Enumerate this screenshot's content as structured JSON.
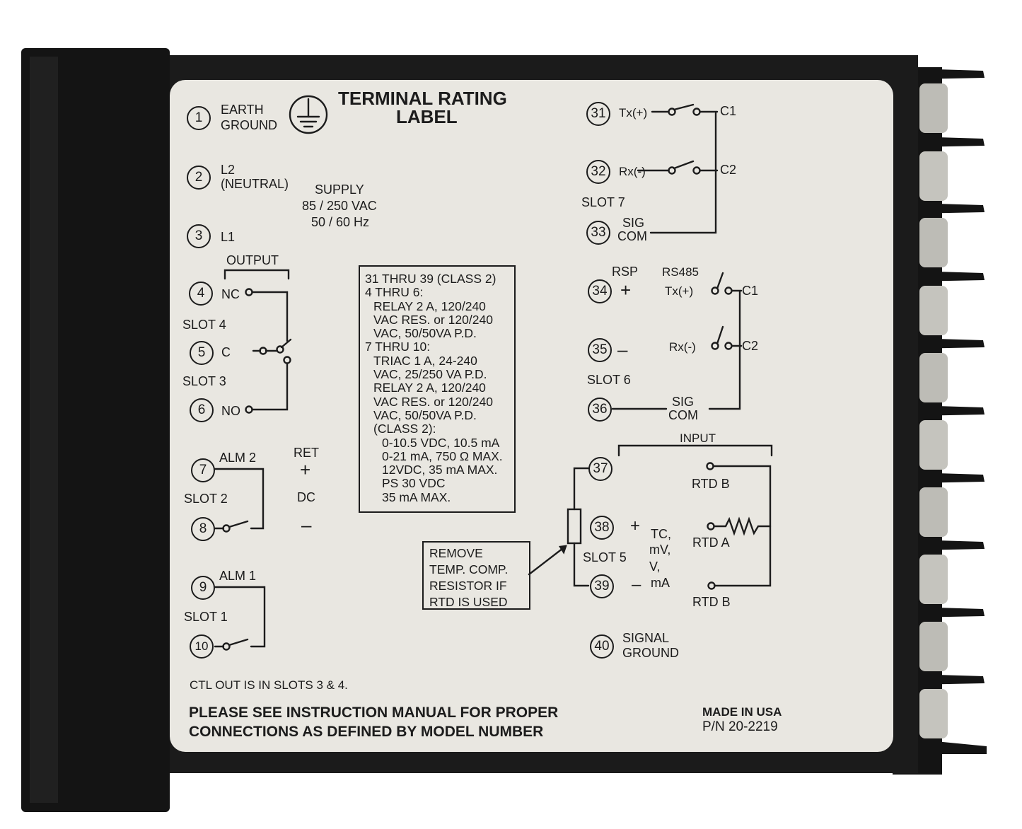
{
  "label": {
    "title_line1": "TERMINAL RATING",
    "title_line2": "LABEL",
    "terminals": [
      {
        "num": "1",
        "text1": "EARTH",
        "text2": "GROUND"
      },
      {
        "num": "2",
        "text1": "L2",
        "text2": "(NEUTRAL)"
      },
      {
        "num": "3",
        "text1": "L1"
      },
      {
        "num": "4",
        "text1": "NC"
      },
      {
        "num": "5",
        "text1": "C"
      },
      {
        "num": "6",
        "text1": "NO"
      },
      {
        "num": "7",
        "text1": "ALM 2"
      },
      {
        "num": "8"
      },
      {
        "num": "9",
        "text1": "ALM 1"
      },
      {
        "num": "10"
      },
      {
        "num": "31",
        "text1": "Tx(+)",
        "end": "C1"
      },
      {
        "num": "32",
        "text1": "Rx(-)",
        "end": "C2"
      },
      {
        "num": "33",
        "text1": "SIG",
        "text2": "COM"
      },
      {
        "num": "34",
        "sign": "+",
        "text1": "Tx(+)",
        "end": "C1"
      },
      {
        "num": "35",
        "sign": "–",
        "text1": "Rx(-)",
        "end": "C2"
      },
      {
        "num": "36",
        "text1": "SIG",
        "text2": "COM"
      },
      {
        "num": "37"
      },
      {
        "num": "38",
        "sign": "+"
      },
      {
        "num": "39",
        "sign": "–"
      },
      {
        "num": "40",
        "text1": "SIGNAL",
        "text2": "GROUND"
      }
    ],
    "supply": [
      "SUPPLY",
      "85 / 250 VAC",
      "50 / 60 Hz"
    ],
    "output_label": "OUTPUT",
    "slots": {
      "slot4": "SLOT 4",
      "slot3": "SLOT 3",
      "slot2": "SLOT 2",
      "slot1": "SLOT 1",
      "slot7": "SLOT 7",
      "slot6": "SLOT 6",
      "slot5": "SLOT 5"
    },
    "ret": {
      "ret": "RET",
      "plus": "+",
      "dc": "DC",
      "minus": "–"
    },
    "rsp": "RSP",
    "rs485": "RS485",
    "input_label": "INPUT",
    "rtd_b_top": "RTD B",
    "rtd_a": "RTD A",
    "rtd_b_bottom": "RTD B",
    "tc_lines": [
      "TC,",
      "mV,",
      "V,",
      "mA"
    ],
    "ratings": [
      "31 THRU 39 (CLASS 2)",
      "4 THRU 6:",
      "RELAY 2 A, 120/240",
      "VAC RES. or 120/240",
      "VAC, 50/50VA P.D.",
      "7 THRU 10:",
      "TRIAC 1 A, 24-240",
      "VAC, 25/250 VA P.D.",
      "RELAY 2 A, 120/240",
      "VAC RES. or 120/240",
      "VAC, 50/50VA P.D.",
      "(CLASS 2):",
      "0-10.5 VDC, 10.5 mA",
      "0-21 mA, 750 Ω MAX.",
      "12VDC, 35 mA MAX.",
      "PS  30 VDC",
      "35 mA MAX."
    ],
    "remove_note": [
      "REMOVE",
      "TEMP. COMP.",
      "RESISTOR IF",
      "RTD IS USED"
    ],
    "ctl_note": "CTL OUT  IS IN SLOTS 3 & 4.",
    "footer": [
      "PLEASE SEE INSTRUCTION MANUAL FOR PROPER",
      "CONNECTIONS AS DEFINED BY MODEL NUMBER"
    ],
    "made_in": "MADE IN USA",
    "part_number": "P/N 20-2219"
  },
  "colors": {
    "housing": "#1b1b1b",
    "label": "#e9e7e1",
    "ink": "#1c1c1c",
    "screw": "#c9c9c4"
  }
}
